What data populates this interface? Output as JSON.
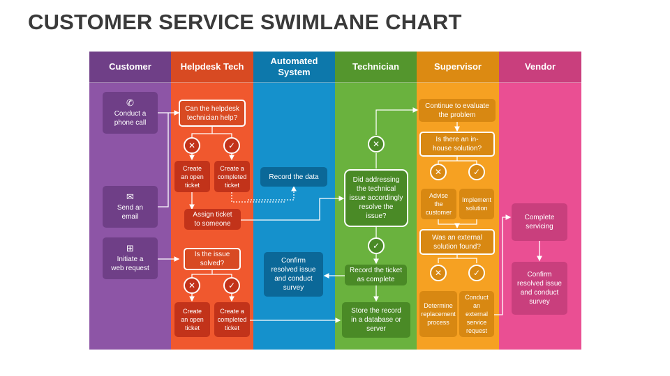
{
  "title": "CUSTOMER SERVICE SWIMLANE CHART",
  "lanes": [
    {
      "name": "Customer",
      "color": "#8d55a6",
      "head_color": "#6f3f87"
    },
    {
      "name": "Helpdesk Tech",
      "color": "#f0582e",
      "head_color": "#d84a22"
    },
    {
      "name": "Automated\nSystem",
      "color": "#1591cc",
      "head_color": "#0d78ab"
    },
    {
      "name": "Technician",
      "color": "#6ab23e",
      "head_color": "#54962d"
    },
    {
      "name": "Supervisor",
      "color": "#f6a122",
      "head_color": "#dc8a12"
    },
    {
      "name": "Vendor",
      "color": "#ea4f93",
      "head_color": "#c93f7d"
    }
  ],
  "customer": {
    "phone": "Conduct a\nphone call",
    "email": "Send an\nemail",
    "web": "Initiate a\nweb request",
    "phone_icon": "phone-icon",
    "email_icon": "envelope-icon",
    "web_icon": "browser-window-icon"
  },
  "helpdesk": {
    "q1": "Can the helpdesk\ntechnician help?",
    "open1": "Create\nan open\nticket",
    "completed1": "Create a\ncompleted\nticket",
    "assign": "Assign ticket\nto someone",
    "q2": "Is the issue\nsolved?",
    "open2": "Create\nan open\nticket",
    "completed2": "Create a\ncompleted\nticket"
  },
  "automated": {
    "record": "Record the data",
    "confirm": "Confirm\nresolved issue\nand conduct\nsurvey"
  },
  "technician": {
    "question": "Did addressing\nthe technical\nissue accordingly\nresolve the\nissue?",
    "record_complete": "Record the ticket\nas complete",
    "store": "Store the record\nin a database or\nserver"
  },
  "supervisor": {
    "continue": "Continue to evaluate\nthe problem",
    "q_inhouse": "Is there an in-\nhouse solution?",
    "advise": "Advise\nthe\ncustomer",
    "implement": "Implement\nsolution",
    "q_external": "Was an external\nsolution found?",
    "determine": "Determine\nreplacement\nprocess",
    "conduct": "Conduct an\nexternal\nservice\nrequest"
  },
  "vendor": {
    "complete": "Complete\nservicing",
    "confirm": "Confirm\nresolved issue\nand conduct\nsurvey"
  },
  "symbols": {
    "no": "✕",
    "yes": "✓"
  }
}
